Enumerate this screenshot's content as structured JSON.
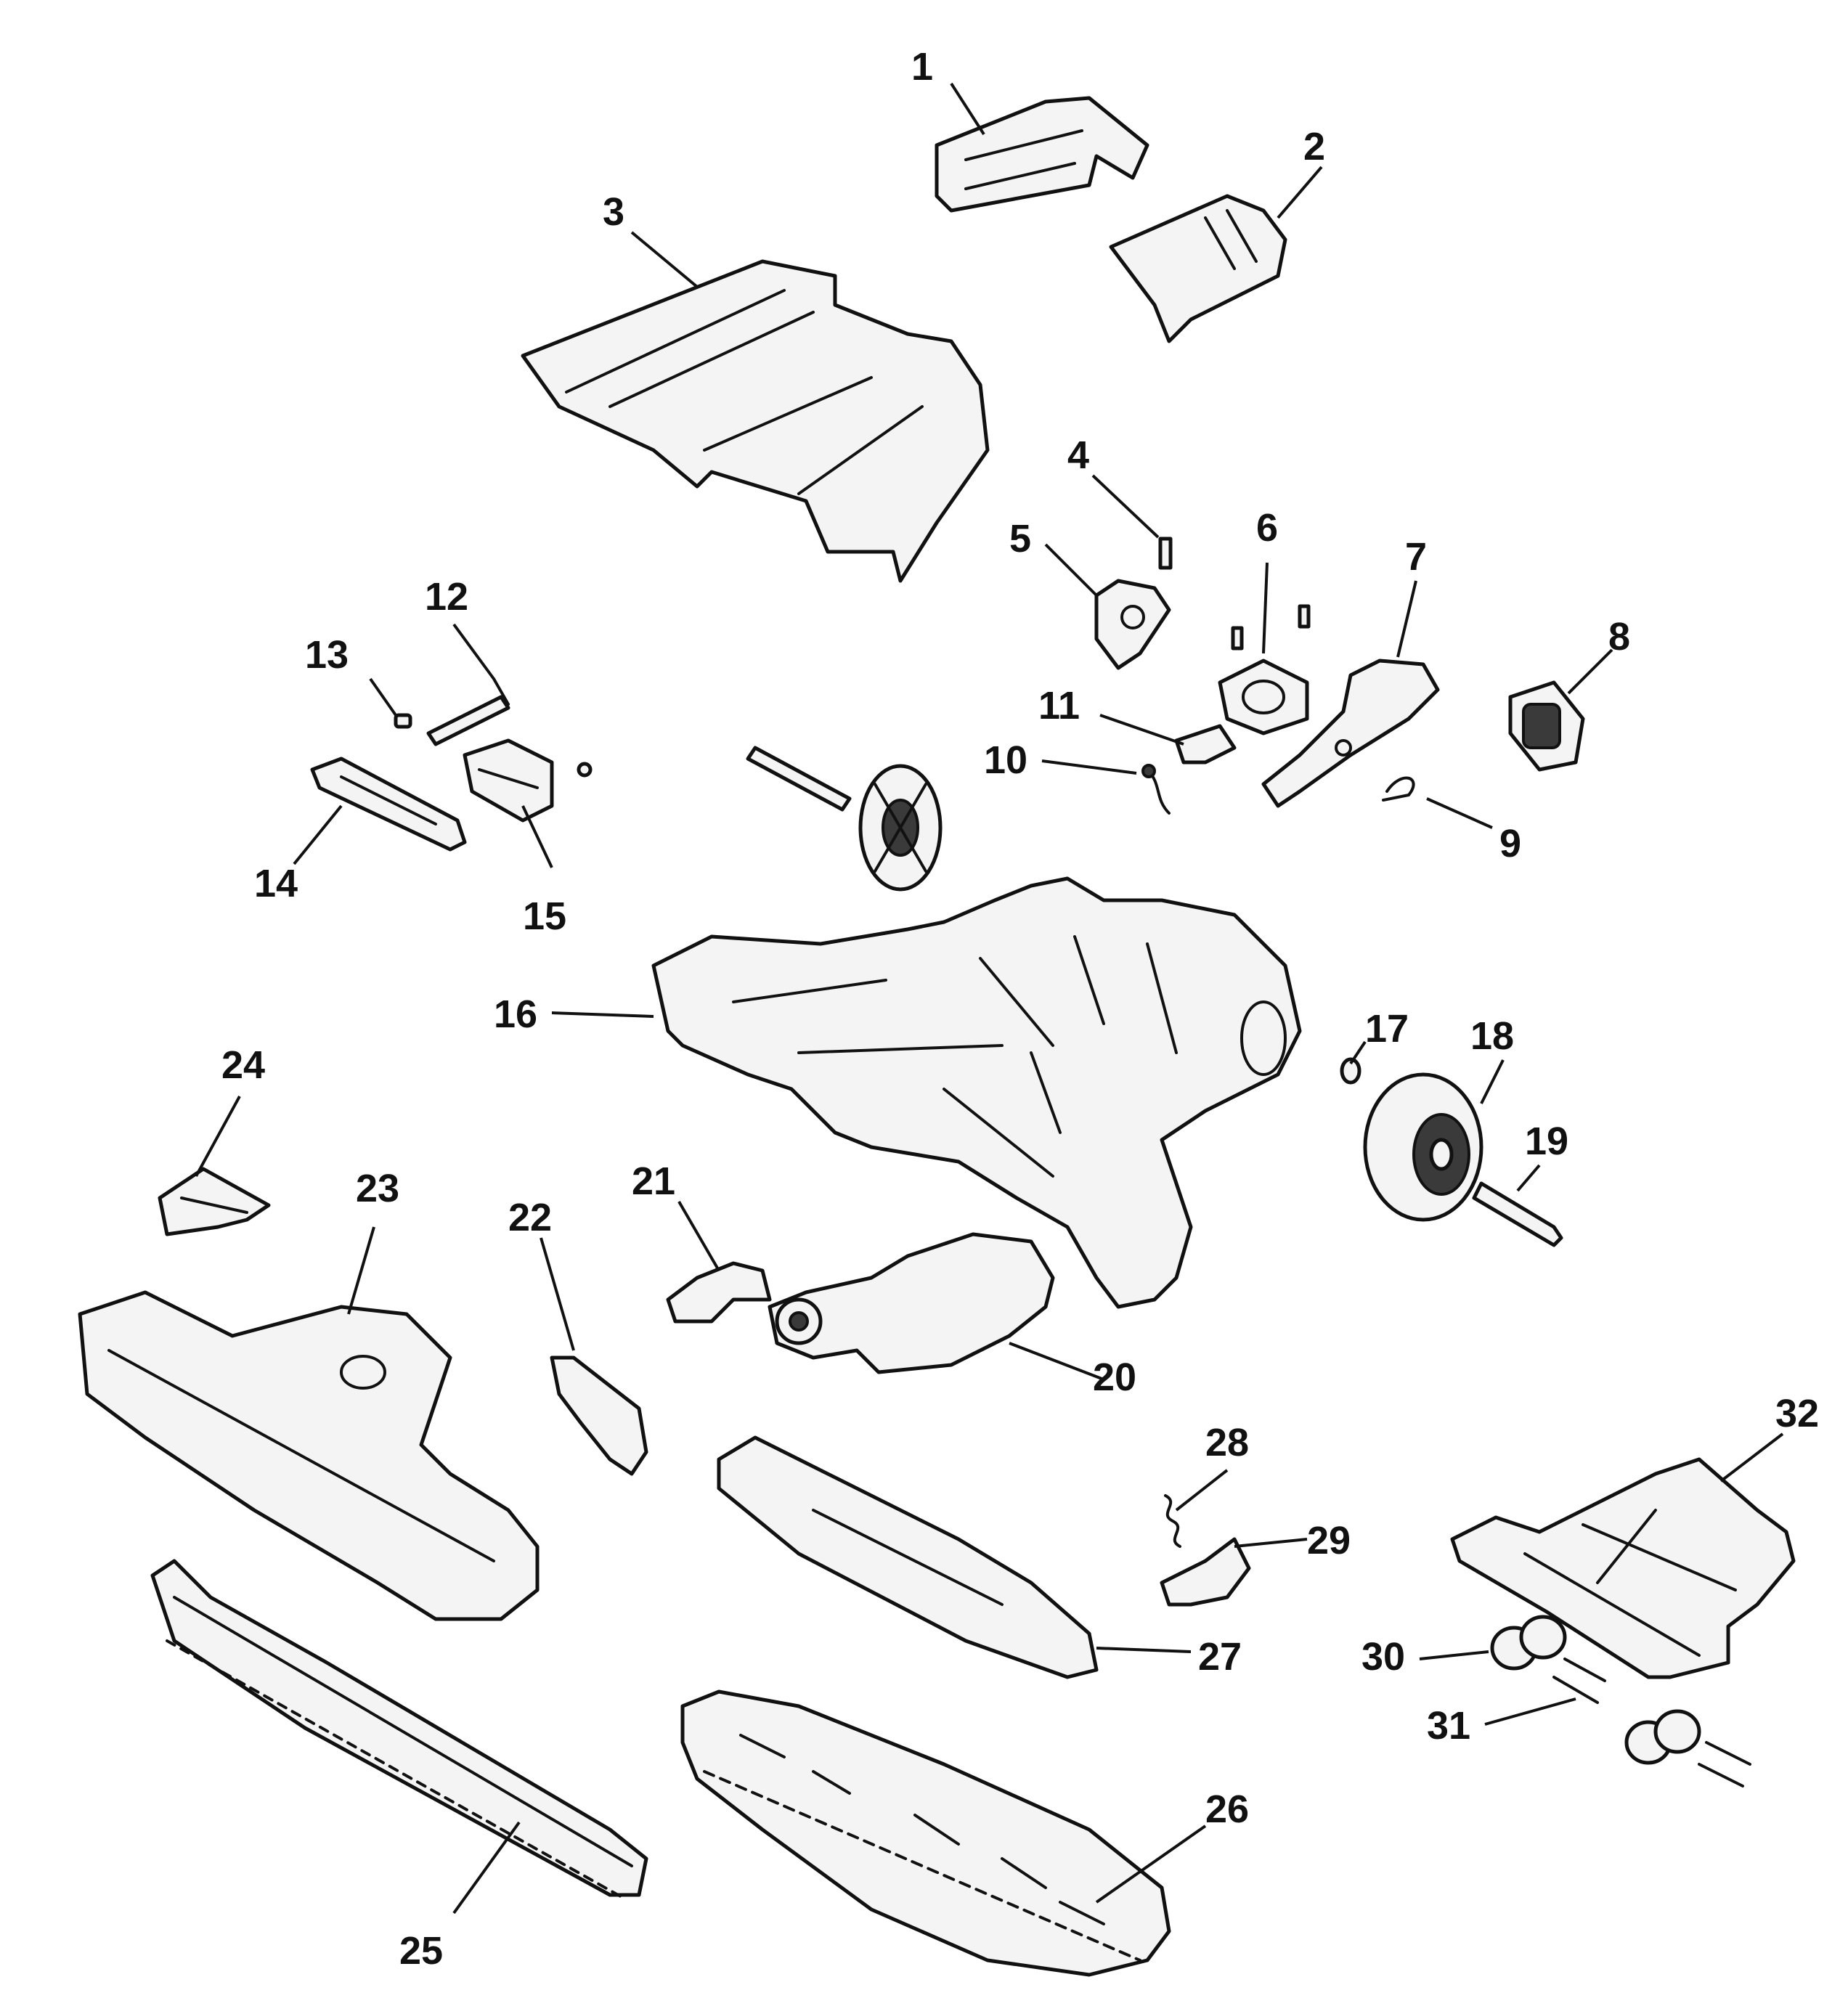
{
  "callouts": {
    "c1": "1",
    "c2": "2",
    "c3": "3",
    "c4": "4",
    "c5": "5",
    "c6": "6",
    "c7": "7",
    "c8": "8",
    "c9": "9",
    "c10": "10",
    "c11": "11",
    "c12": "12",
    "c13": "13",
    "c14": "14",
    "c15": "15",
    "c16": "16",
    "c17": "17",
    "c18": "18",
    "c19": "19",
    "c20": "20",
    "c21": "21",
    "c22": "22",
    "c23": "23",
    "c24": "24",
    "c25": "25",
    "c26": "26",
    "c27": "27",
    "c28": "28",
    "c29": "29",
    "c30": "30",
    "c31": "31",
    "c32": "32"
  }
}
